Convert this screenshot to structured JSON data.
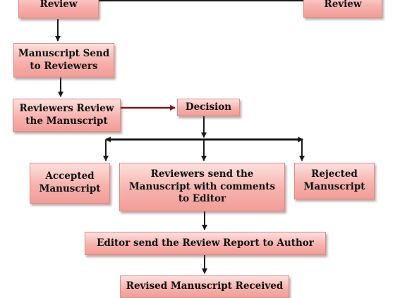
{
  "nodes": {
    "review_left": "Review",
    "review_right": "Review",
    "manuscript_send": "Manuscript Send\nto Reviewers",
    "reviewers_review": "Reviewers Review\nthe Manuscript",
    "decision": "Decision",
    "accepted": "Accepted\nManuscript",
    "reviewers_send": "Reviewers send the\nManuscript with comments\nto  Editor",
    "rejected": "Rejected\nManuscript",
    "editor_send": "Editor send the Review Report to Author",
    "revised": "Revised Manuscript Received"
  },
  "colors": {
    "box_fill_top": "#fde0de",
    "box_fill_bottom": "#f29d97",
    "box_border": "#d88e8a",
    "connector": "#1a1a1a",
    "feedback_connector": "#7a1616"
  }
}
